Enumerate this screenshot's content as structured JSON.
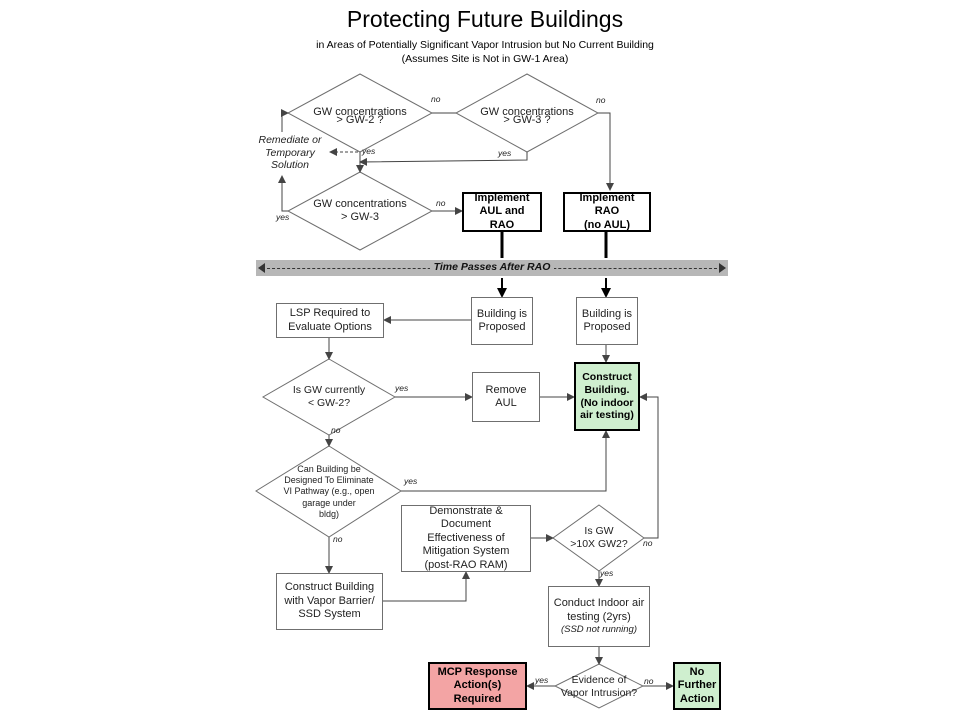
{
  "title": {
    "main": "Protecting Future Buildings",
    "subtitle": "in Areas of Potentially Significant Vapor Intrusion but No Current Building",
    "note": "(Assumes Site is Not in GW-1 Area)"
  },
  "time_bar": "Time  Passes After RAO",
  "nodes": {
    "gw2_top": [
      "GW concentrations",
      "> GW-2 ?"
    ],
    "gw3_top": [
      "GW concentrations",
      "> GW-3 ?"
    ],
    "remediate": [
      "Remediate or",
      "Temporary",
      "Solution"
    ],
    "gw3_mid": [
      "GW concentrations",
      "> GW-3"
    ],
    "aul_rao": [
      "Implement",
      "AUL and RAO"
    ],
    "rao_noaul": [
      "Implement RAO",
      "(no AUL)"
    ],
    "lsp": [
      "LSP Required to",
      "Evaluate Options"
    ],
    "bldg_proposed_1": [
      "Building is",
      "Proposed"
    ],
    "bldg_proposed_2": [
      "Building is",
      "Proposed"
    ],
    "gw_less": [
      "Is GW currently",
      "< GW-2?"
    ],
    "remove_aul": [
      "Remove",
      "AUL"
    ],
    "construct": [
      "Construct",
      "Building.",
      "(No indoor",
      "air testing)"
    ],
    "can_design": [
      "Can Building be",
      "Designed To Eliminate",
      "VI Pathway (e.g., open",
      "garage under",
      "bldg)"
    ],
    "demonstrate": [
      "Demonstrate & Document",
      "Effectiveness of",
      "Mitigation System",
      "(post-RAO RAM)"
    ],
    "gw10x": [
      "Is GW",
      ">10X GW2?"
    ],
    "construct_vb": [
      "Construct Building",
      "with Vapor Barrier/",
      "SSD System"
    ],
    "indoor_air": [
      "Conduct Indoor air",
      "testing (2yrs)",
      "(SSD not running)"
    ],
    "evidence": [
      "Evidence of",
      "Vapor Intrusion?"
    ],
    "mcp": [
      "MCP Response",
      "Action(s)",
      "Required"
    ],
    "no_further": [
      "No",
      "Further",
      "Action"
    ]
  },
  "edge_labels": {
    "no": "no",
    "yes": "yes"
  }
}
